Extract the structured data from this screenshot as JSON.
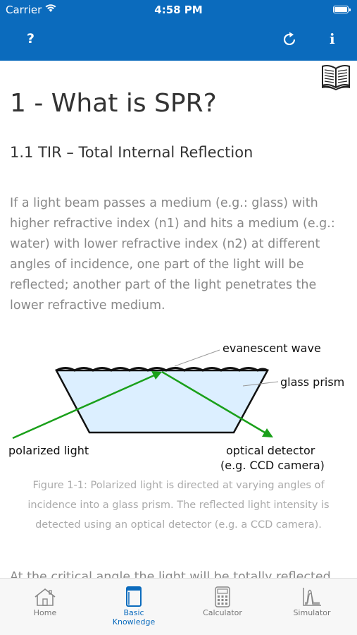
{
  "status": {
    "carrier": "Carrier",
    "time": "4:58 PM"
  },
  "navbar": {
    "help": "?",
    "info": "i"
  },
  "page": {
    "title": "1 - What is SPR?",
    "subtitle": "1.1 TIR – Total Internal Reflection",
    "paragraph": "If a light beam passes a medium (e.g.: glass) with higher refractive index (n1) and hits a medium (e.g.: water) with lower refractive index (n2) at different angles of incidence, one part of the light will be reflected; another part of the light penetrates the lower refractive medium.",
    "figure_labels": {
      "evanescent": "evanescent wave",
      "prism": "glass prism",
      "polarized": "polarized light",
      "detector": "optical detector",
      "detector_sub": "(e.g. CCD camera)"
    },
    "caption": "Figure 1-1: Polarized light is directed at varying angles of incidence into a glass prism. The reflected light intensity is detected using an optical detector (e.g. a CCD camera).",
    "next_peek": "At the critical angle the light will be totally reflected"
  },
  "tabs": [
    {
      "label": "Home",
      "icon": "home-icon"
    },
    {
      "label": "Basic Knowledge",
      "icon": "book-icon"
    },
    {
      "label": "Calculator",
      "icon": "calculator-icon"
    },
    {
      "label": "Simulator",
      "icon": "simulator-chart-icon"
    }
  ],
  "colors": {
    "accent": "#0b6bbd",
    "light_beam": "#1aa01a",
    "prism_fill": "#dcefff"
  }
}
